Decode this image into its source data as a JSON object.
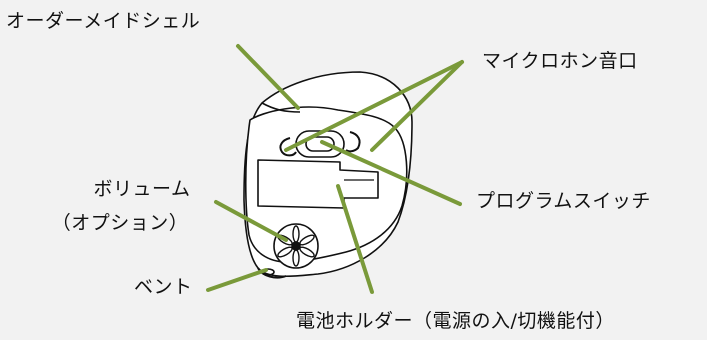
{
  "labels": {
    "custom_shell": "オーダーメイドシェル",
    "mic_port": "マイクロホン音口",
    "volume": "ボリューム",
    "volume_option": "（オプション）",
    "program_switch": "プログラムスイッチ",
    "vent": "ベント",
    "battery_holder": "電池ホルダー（電源の入/切機能付）"
  },
  "colors": {
    "background": "#f2f2f2",
    "leader_line": "#7a9a3a",
    "outline": "#111111",
    "device_fill": "#ffffff"
  }
}
